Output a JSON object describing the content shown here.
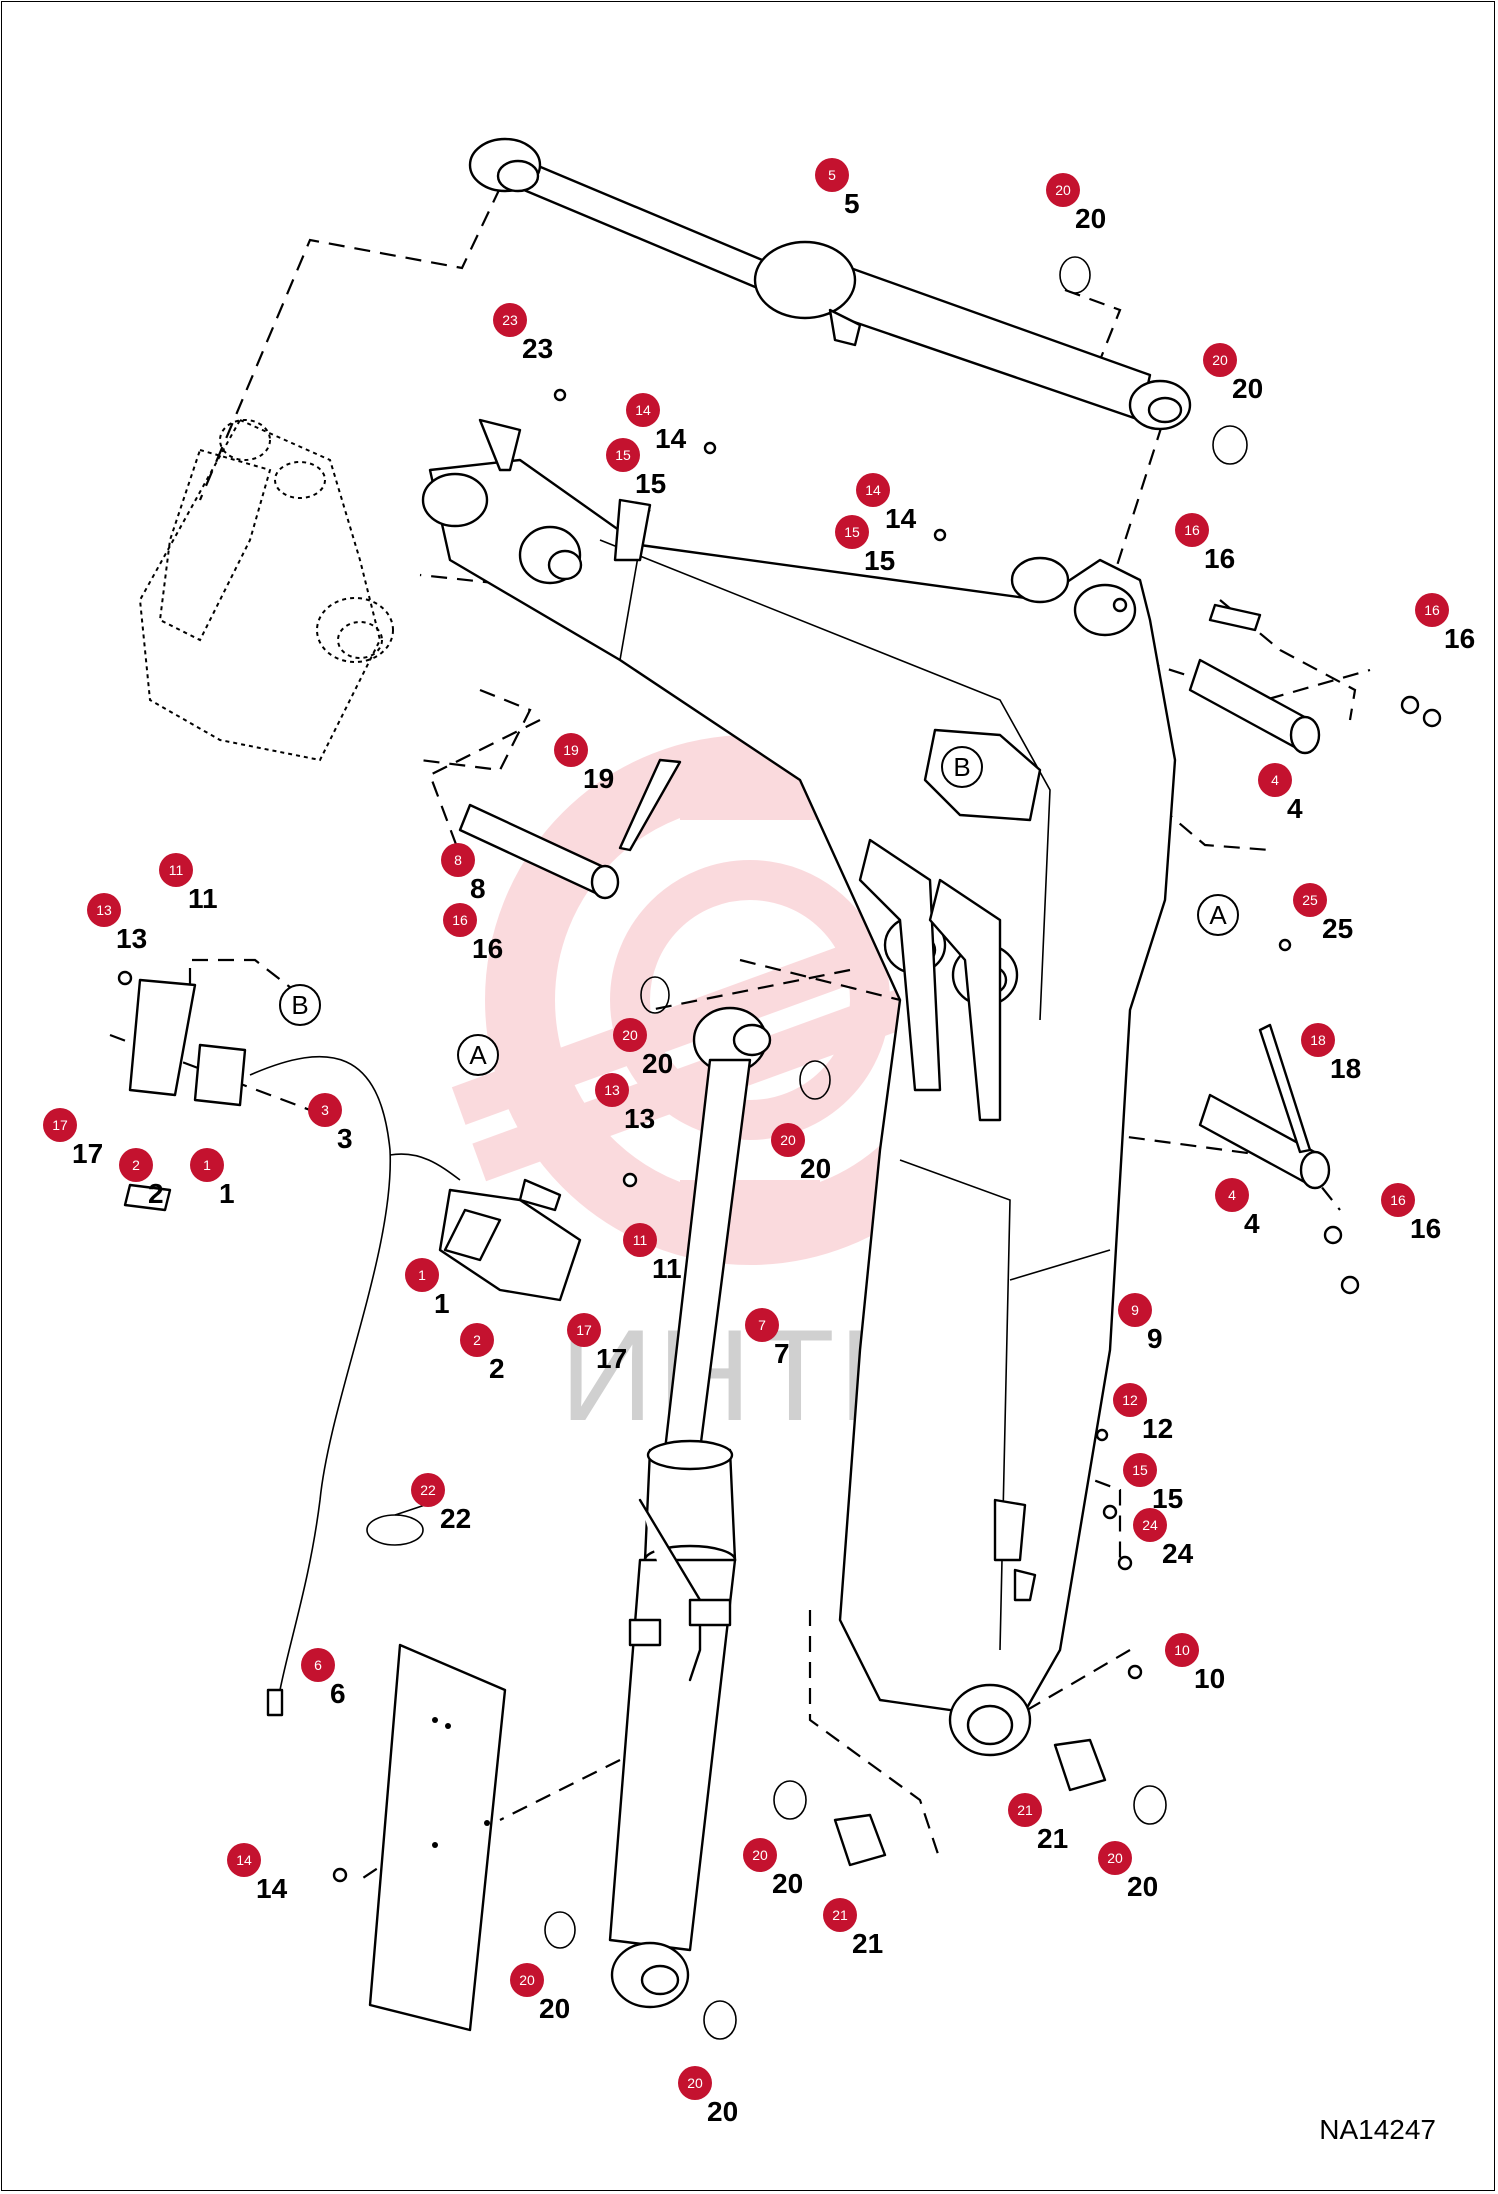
{
  "watermark": {
    "text": "ИНТЕХ",
    "color": "#e8374a"
  },
  "reference_code": "NA14247",
  "callouts": [
    {
      "id": "callout-a-1",
      "label": "A"
    },
    {
      "id": "callout-a-2",
      "label": "A"
    },
    {
      "id": "callout-b-1",
      "label": "B"
    },
    {
      "id": "callout-b-2",
      "label": "B"
    }
  ],
  "badge_color": "#c4122f",
  "parts": [
    {
      "label": "5"
    },
    {
      "label": "20"
    },
    {
      "label": "20"
    },
    {
      "label": "23"
    },
    {
      "label": "14"
    },
    {
      "label": "15"
    },
    {
      "label": "14"
    },
    {
      "label": "15"
    },
    {
      "label": "16"
    },
    {
      "label": "16"
    },
    {
      "label": "4"
    },
    {
      "label": "19"
    },
    {
      "label": "8"
    },
    {
      "label": "16"
    },
    {
      "label": "11"
    },
    {
      "label": "13"
    },
    {
      "label": "25"
    },
    {
      "label": "17"
    },
    {
      "label": "2"
    },
    {
      "label": "1"
    },
    {
      "label": "3"
    },
    {
      "label": "20"
    },
    {
      "label": "20"
    },
    {
      "label": "13"
    },
    {
      "label": "18"
    },
    {
      "label": "4"
    },
    {
      "label": "16"
    },
    {
      "label": "11"
    },
    {
      "label": "1"
    },
    {
      "label": "2"
    },
    {
      "label": "17"
    },
    {
      "label": "7"
    },
    {
      "label": "9"
    },
    {
      "label": "12"
    },
    {
      "label": "15"
    },
    {
      "label": "24"
    },
    {
      "label": "22"
    },
    {
      "label": "10"
    },
    {
      "label": "6"
    },
    {
      "label": "21"
    },
    {
      "label": "20"
    },
    {
      "label": "20"
    },
    {
      "label": "21"
    },
    {
      "label": "14"
    },
    {
      "label": "20"
    },
    {
      "label": "20"
    }
  ]
}
